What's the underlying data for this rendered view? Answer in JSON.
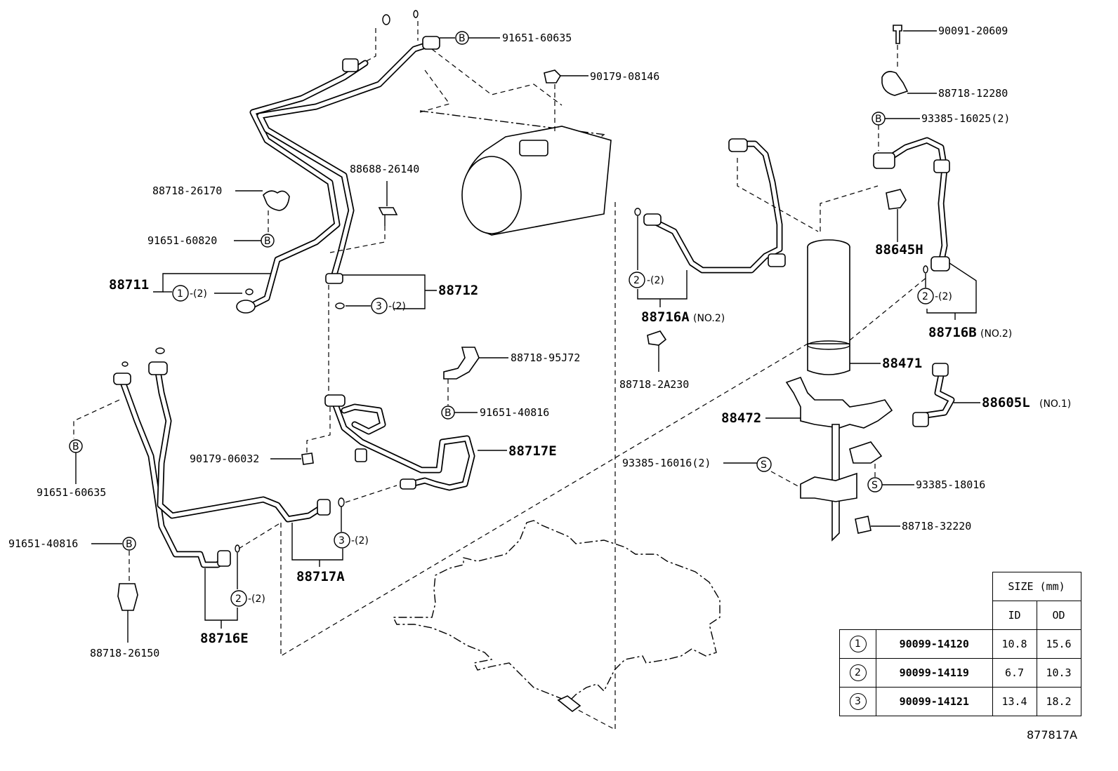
{
  "labels": {
    "p_91651_60635_top": "91651-60635",
    "p_90179_08146": "90179-08146",
    "p_88688_26140": "88688-26140",
    "p_88718_26170": "88718-26170",
    "p_91651_60820": "91651-60820",
    "p_88711": "88711",
    "p_88712": "88712",
    "p_88718_95J72": "88718-95J72",
    "p_91651_40816_mid": "91651-40816",
    "p_88717E": "88717E",
    "p_90179_06032": "90179-06032",
    "p_91651_60635_left": "91651-60635",
    "p_91651_40816_left": "91651-40816",
    "p_88718_26150": "88718-26150",
    "p_88716E": "88716E",
    "p_88717A": "88717A",
    "p_88716A": "88716A",
    "p_88716A_note": "(NO.2)",
    "p_88718_2A230": "88718-2A230",
    "p_90091_20609": "90091-20609",
    "p_88718_12280": "88718-12280",
    "p_93385_16025": "93385-16025(2)",
    "p_88645H": "88645H",
    "p_88716B": "88716B",
    "p_88716B_note": "(NO.2)",
    "p_88471": "88471",
    "p_88605L": "88605L",
    "p_88605L_note": "(NO.1)",
    "p_88472": "88472",
    "p_93385_16016": "93385-16016(2)",
    "p_93385_18016": "93385-18016",
    "p_88718_32220": "88718-32220",
    "qty_2": "-(2)",
    "mark_B": "B",
    "mark_S": "S",
    "num_1": "1",
    "num_2": "2",
    "num_3": "3"
  },
  "size_table": {
    "header": "SIZE (mm)",
    "col_id": "ID",
    "col_od": "OD",
    "rows": [
      {
        "mark": "1",
        "part": "90099-14120",
        "id": "10.8",
        "od": "15.6"
      },
      {
        "mark": "2",
        "part": "90099-14119",
        "id": "6.7",
        "od": "10.3"
      },
      {
        "mark": "3",
        "part": "90099-14121",
        "id": "13.4",
        "od": "18.2"
      }
    ]
  },
  "ref_code": "877817A"
}
